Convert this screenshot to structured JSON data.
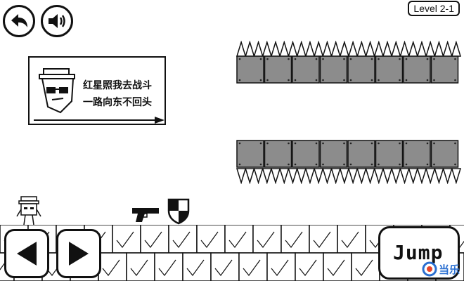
{
  "hud": {
    "level_label": "Level 2-1",
    "back_icon": "back-arrow-icon",
    "sound_icon": "speaker-icon"
  },
  "sign": {
    "line1": "红星照我去战斗",
    "line2": "一路向东不回头",
    "arrow_icon": "right-arrow-icon"
  },
  "items": {
    "gun_icon": "pistol-icon",
    "shield_icon": "shield-icon"
  },
  "controls": {
    "left_icon": "left-triangle-icon",
    "right_icon": "right-triangle-icon",
    "jump_label": "Jump"
  },
  "watermark": {
    "text": "当乐"
  },
  "colors": {
    "ink": "#111111",
    "metal": "#8c8c8c",
    "watermark": "#2a6fd1"
  }
}
